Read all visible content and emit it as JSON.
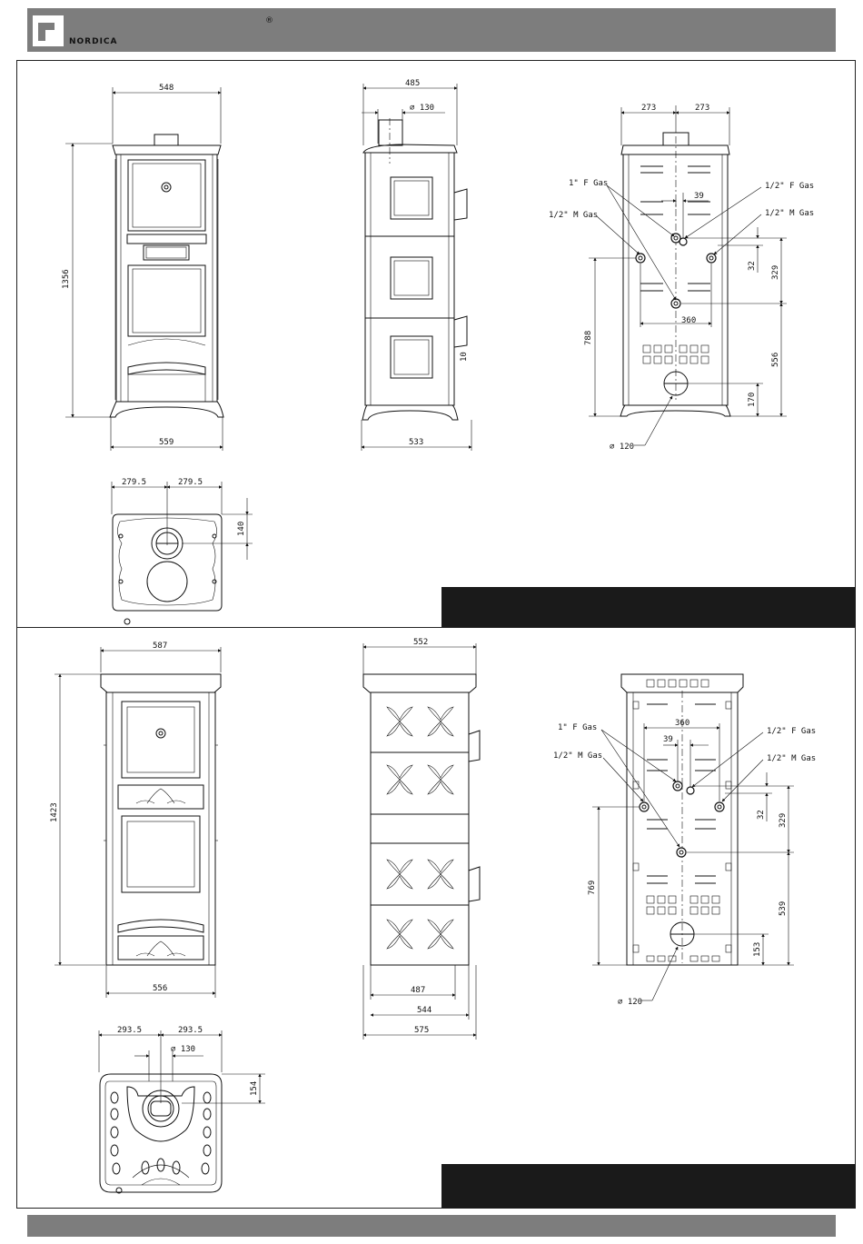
{
  "brand": {
    "logo_text": "NORDICA",
    "registered_mark": "®"
  },
  "colors": {
    "header_bar": "#7d7d7d",
    "title_box": "#1a1a1a",
    "line": "#111111"
  },
  "model_a": {
    "front": {
      "width_top": "548",
      "height": "1356",
      "width_base": "559"
    },
    "side": {
      "depth_top": "485",
      "flue_diameter": "⌀ 130",
      "depth_base": "533",
      "small_dim": "10"
    },
    "top": {
      "half_left": "279.5",
      "half_right": "279.5",
      "flue_offset": "140"
    },
    "rear": {
      "half_left": "273",
      "half_right": "273",
      "gap_39": "39",
      "span_360": "360",
      "label_1f": "1\" F Gas",
      "label_12m_left": "1/2\" M Gas",
      "label_12f": "1/2\" F Gas",
      "label_12m_right": "1/2\" M Gas",
      "dim_32": "32",
      "dim_329": "329",
      "dim_788": "788",
      "dim_556": "556",
      "dim_170": "170",
      "flue_diameter": "⌀ 120"
    }
  },
  "model_b": {
    "front": {
      "width_top": "587",
      "height": "1423",
      "width_base": "556"
    },
    "side": {
      "depth_top": "552",
      "depth_487": "487",
      "depth_544": "544",
      "depth_575": "575"
    },
    "top": {
      "half_left": "293.5",
      "half_right": "293.5",
      "flue_diameter": "⌀ 130",
      "flue_offset": "154"
    },
    "rear": {
      "span_360": "360",
      "gap_39": "39",
      "label_1f": "1\" F Gas",
      "label_12m_left": "1/2\" M Gas",
      "label_12f": "1/2\" F Gas",
      "label_12m_right": "1/2\" M Gas",
      "dim_32": "32",
      "dim_329": "329",
      "dim_769": "769",
      "dim_539": "539",
      "dim_153": "153",
      "flue_diameter": "⌀ 120"
    }
  }
}
